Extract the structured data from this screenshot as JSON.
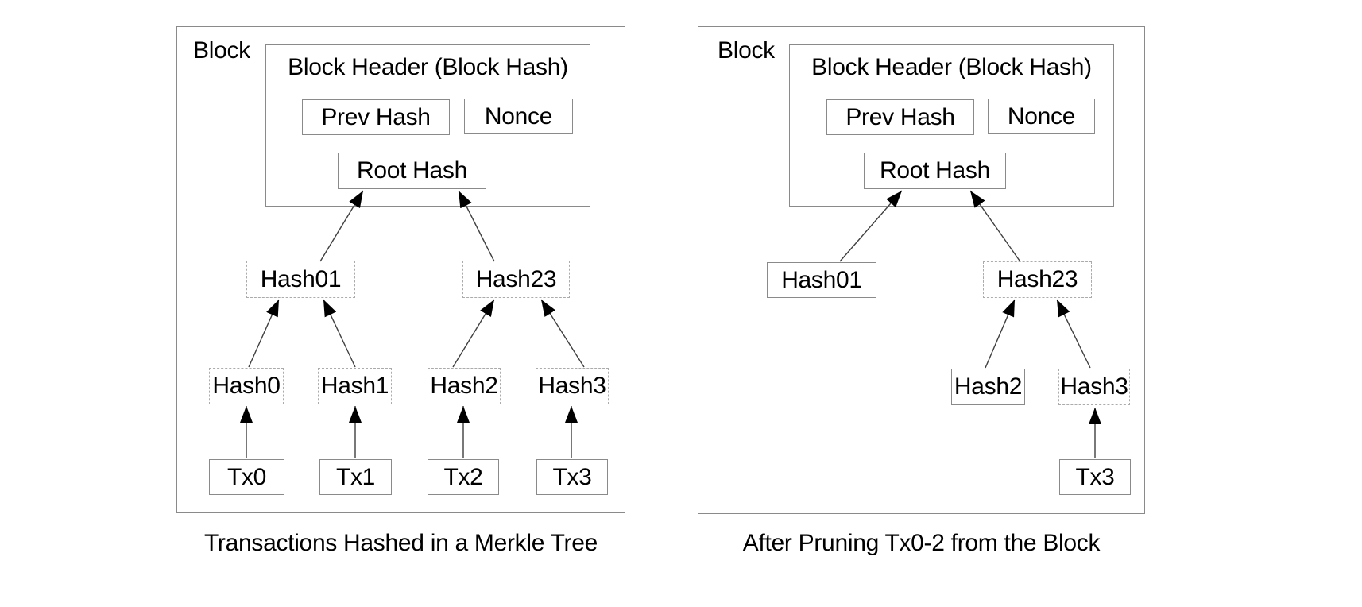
{
  "left": {
    "block_label": "Block",
    "header_title": "Block Header (Block Hash)",
    "prev_hash_label": "Prev Hash",
    "nonce_label": "Nonce",
    "root_hash_label": "Root Hash",
    "hash01_label": "Hash01",
    "hash23_label": "Hash23",
    "hash0_label": "Hash0",
    "hash1_label": "Hash1",
    "hash2_label": "Hash2",
    "hash3_label": "Hash3",
    "tx0_label": "Tx0",
    "tx1_label": "Tx1",
    "tx2_label": "Tx2",
    "tx3_label": "Tx3",
    "caption": "Transactions Hashed in a Merkle Tree"
  },
  "right": {
    "block_label": "Block",
    "header_title": "Block Header (Block Hash)",
    "prev_hash_label": "Prev Hash",
    "nonce_label": "Nonce",
    "root_hash_label": "Root Hash",
    "hash01_label": "Hash01",
    "hash23_label": "Hash23",
    "hash2_label": "Hash2",
    "hash3_label": "Hash3",
    "tx3_label": "Tx3",
    "caption": "After Pruning Tx0-2 from the Block"
  },
  "colors": {
    "background": "#ffffff",
    "box_border": "#8a8a8a",
    "dashed_border": "#ababab",
    "line": "#3f3f3f",
    "arrowhead": "#000000",
    "text": "#000000"
  }
}
